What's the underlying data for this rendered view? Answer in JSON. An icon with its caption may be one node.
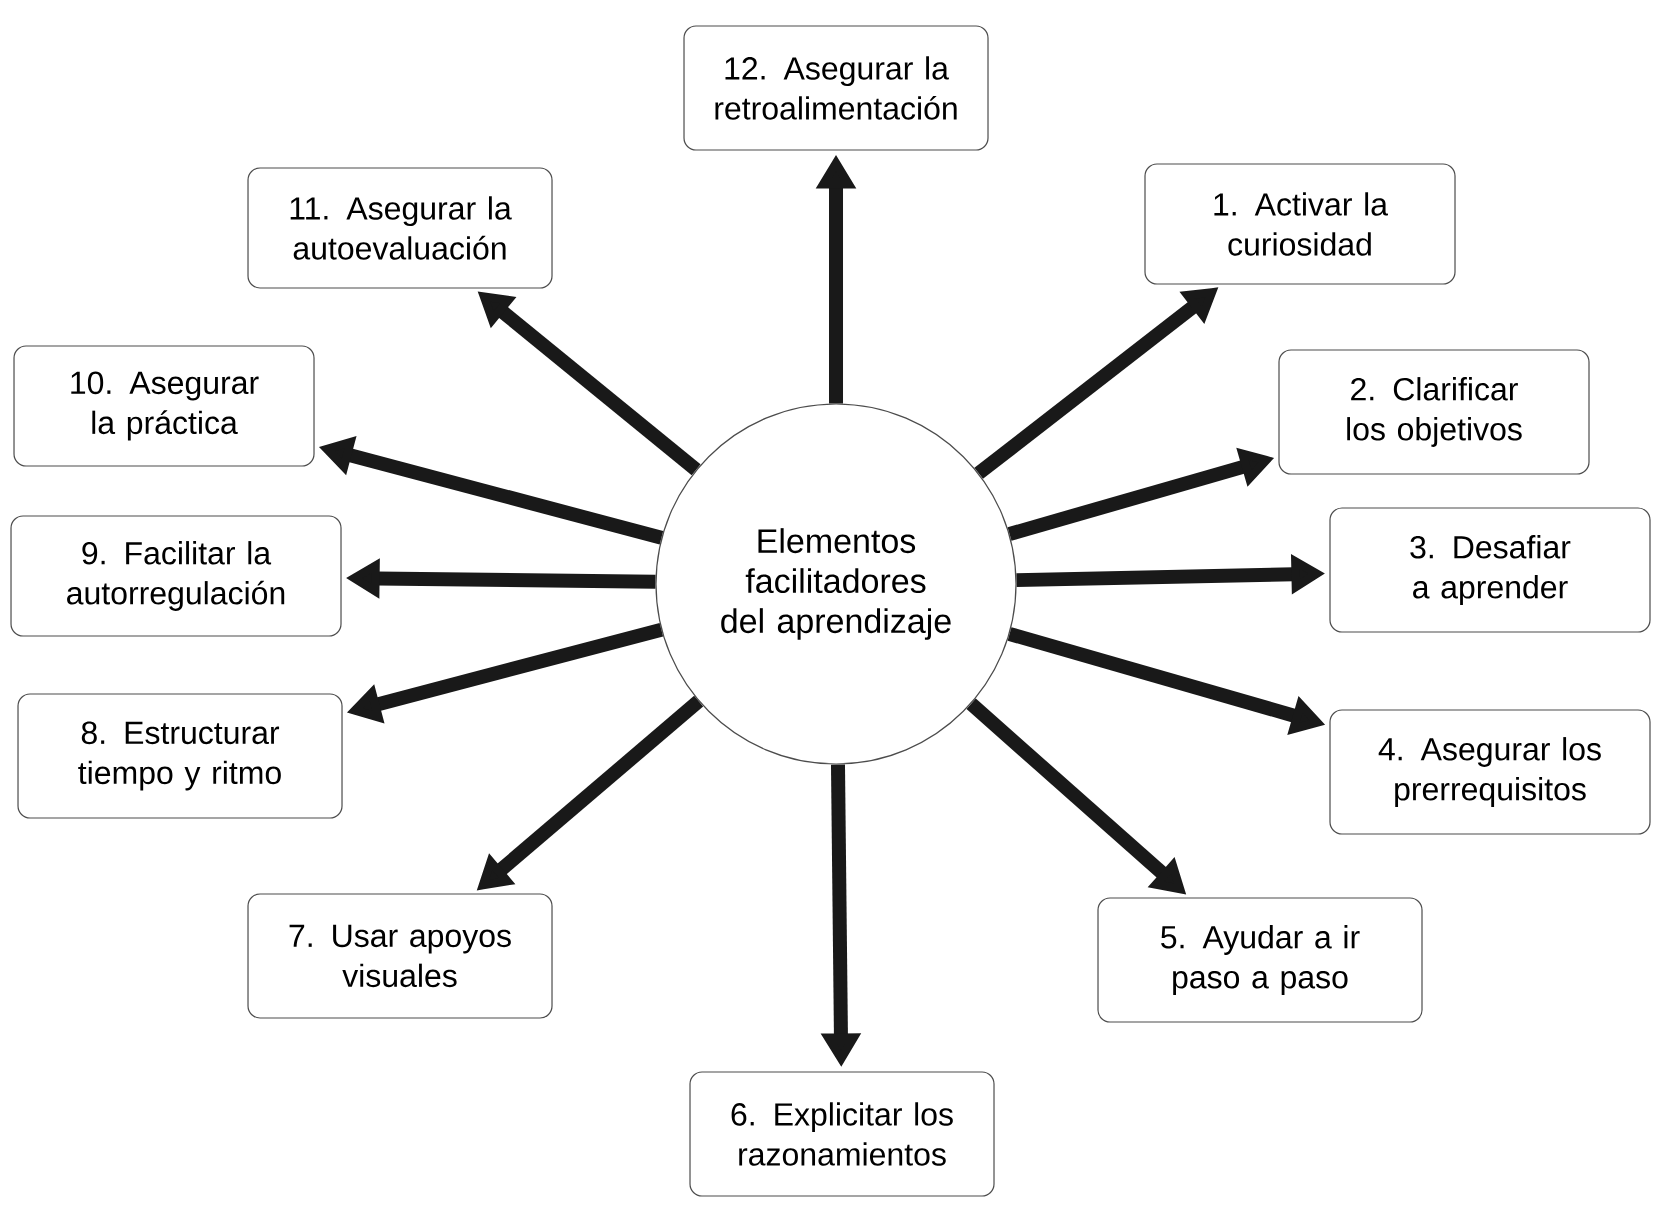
{
  "diagram": {
    "nodes": [
      {
        "text": [
          "Elementos facilitadores del aprendizaje"
        ]
      },
      {
        "text": [
          "1. Activar la curiosidad"
        ]
      },
      {
        "text": [
          "2. Clarificar los objetivos"
        ]
      },
      {
        "text": [
          "3. Desafiar a aprender"
        ]
      },
      {
        "text": [
          "4. Asegurar los prerrequisitos"
        ]
      },
      {
        "text": [
          "5. Ayudar a ir paso a paso"
        ]
      },
      {
        "text": [
          "6. Explicitar los razonamientos"
        ]
      },
      {
        "text": [
          "7. Usar apoyos visuales"
        ]
      },
      {
        "text": [
          "8. Estructurar tiempo y ritmo"
        ]
      },
      {
        "text": [
          "9. Facilitar la autorregulación"
        ]
      },
      {
        "text": [
          "10. Asegurar la práctica"
        ]
      },
      {
        "text": [
          "11. Asegurar la autoevaluación"
        ]
      },
      {
        "text": [
          "12. Asegurar la retroalimentación"
        ]
      }
    ],
    "edges": [
      {
        "from": 0,
        "to": 1,
        "arrow": "to"
      },
      {
        "from": 0,
        "to": 2,
        "arrow": "to"
      },
      {
        "from": 0,
        "to": 3,
        "arrow": "to"
      },
      {
        "from": 0,
        "to": 4,
        "arrow": "to"
      },
      {
        "from": 0,
        "to": 5,
        "arrow": "to"
      },
      {
        "from": 0,
        "to": 6,
        "arrow": "to"
      },
      {
        "from": 0,
        "to": 7,
        "arrow": "to"
      },
      {
        "from": 0,
        "to": 8,
        "arrow": "to"
      },
      {
        "from": 0,
        "to": 9,
        "arrow": "to"
      },
      {
        "from": 0,
        "to": 10,
        "arrow": "to"
      },
      {
        "from": 0,
        "to": 11,
        "arrow": "to"
      },
      {
        "from": 0,
        "to": 12,
        "arrow": "to"
      }
    ]
  }
}
